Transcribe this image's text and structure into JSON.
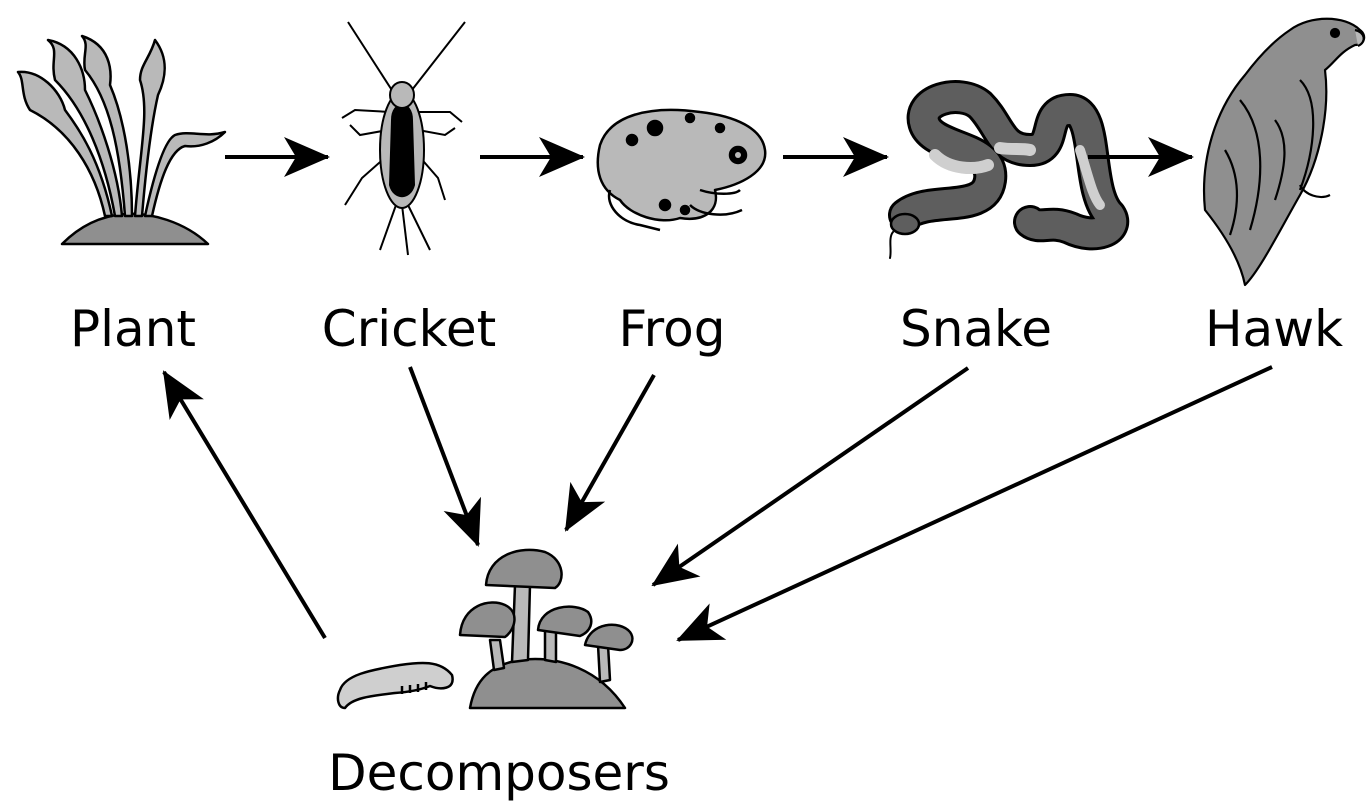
{
  "labels": {
    "plant": "Plant",
    "cricket": "Cricket",
    "frog": "Frog",
    "snake": "Snake",
    "hawk": "Hawk",
    "decomposers": "Decomposers"
  },
  "colors": {
    "background": "#ffffff",
    "ink": "#000000",
    "light_fill": "#b9b9b9",
    "mid_fill": "#8f8f8f",
    "dark_fill": "#5e5e5e"
  },
  "icons": [
    "plant-icon",
    "cricket-icon",
    "frog-icon",
    "snake-icon",
    "hawk-icon",
    "worm-icon",
    "mushroom-icon"
  ]
}
